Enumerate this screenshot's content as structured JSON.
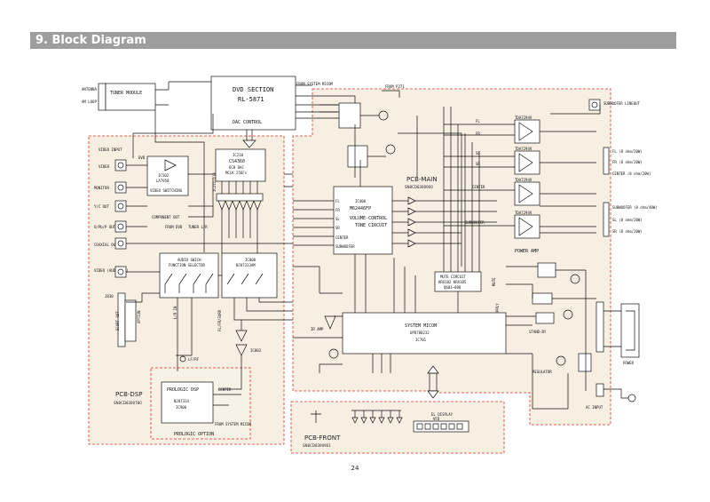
{
  "header": {
    "title": "9. Block Diagram"
  },
  "page": {
    "number": "24"
  },
  "boards": {
    "pcb_main": {
      "label": "PCB-MAIN",
      "part": "SN8CD8390900"
    },
    "pcb_dsp": {
      "label": "PCB-DSP",
      "part": "SN8CD8390780"
    },
    "pcb_front": {
      "label": "PCB-FRONT",
      "part": "SN8CD8390901"
    }
  },
  "blocks": {
    "tuner": {
      "label": "TUNER MODULE"
    },
    "dvd": {
      "title": "DVD SECTION",
      "model": "RL-5871",
      "sub": "DAC CONTROL"
    },
    "video_switch": {
      "ic": "IC502",
      "part": "LA7958",
      "label": "VIDEO SWITCHING"
    },
    "cs4360": {
      "ic": "IC210",
      "part": "CS4360",
      "sub1": "6CH DAC",
      "sub2": "MCLK 256Fs"
    },
    "volume": {
      "ic": "IC400",
      "part": "M62446FP",
      "line1": "VOLUME-CONTROL",
      "line2": "TONE CIRCUIT"
    },
    "audio_switch": {
      "line1": "AUDIO SWICH",
      "line2": "FUNCTION SELECTOR"
    },
    "njm": {
      "ic": "IC800",
      "part": "NJU7313AM"
    },
    "mute": {
      "label": "MUTE CIRCUIT",
      "part": "KRA102 KRA105",
      "sub": "Q601~608"
    },
    "micom": {
      "label": "SYSTEM MICOM",
      "part": "UPD780232",
      "ic": "IC701"
    },
    "prologic": {
      "label": "PROLOGIC DSP",
      "part": "NJU7314",
      "ic": "IC900",
      "option": "PROLOGIC  OPTION"
    },
    "power_amp": {
      "label": "POWER AMP",
      "ic": "TDA7294V"
    },
    "display": {
      "label": "EL DISPLAY",
      "part": "VFD"
    }
  },
  "connectors": {
    "left": [
      "VIDEO INPUT",
      "VIDEO",
      "MONITOR",
      "Y/C OUT",
      "COMPONENT OUT",
      "O/Pb/P OUT",
      "COAXIAL OUTPUT",
      "VIDEO (AUDIO IN)",
      "SCART OUT",
      "OPTION"
    ],
    "right": [
      "SUBWOOFER LINEOUT",
      "FL (8 ohm/20W)",
      "FR (8 ohm/20W)",
      "CENTER (8 ohm/20W)",
      "SUBWOOFER (8 ohm/40W)",
      "SL (8 ohm/20W)",
      "SR (8 ohm/20W)",
      "POWER",
      "AC INPUT"
    ]
  },
  "signals": {
    "from_system_micom": "FROM SYSTEM MICOM",
    "component_out": "COMPONENT OUT",
    "from_dvd": "FROM DVD",
    "tuner_lr": "TUNER L/R",
    "center": "CENTER",
    "subwoofer": "SUBWOOFER",
    "fl": "FL",
    "fr": "FR",
    "sl": "SL",
    "sr": "SR",
    "lr_in": "L/R IN",
    "power_amp_label": "POWER AMP"
  },
  "colors": {
    "header_bar": "#9e9e9e",
    "pcb_outline": "#e0302a",
    "pcb_fill": "#f6efe2"
  }
}
